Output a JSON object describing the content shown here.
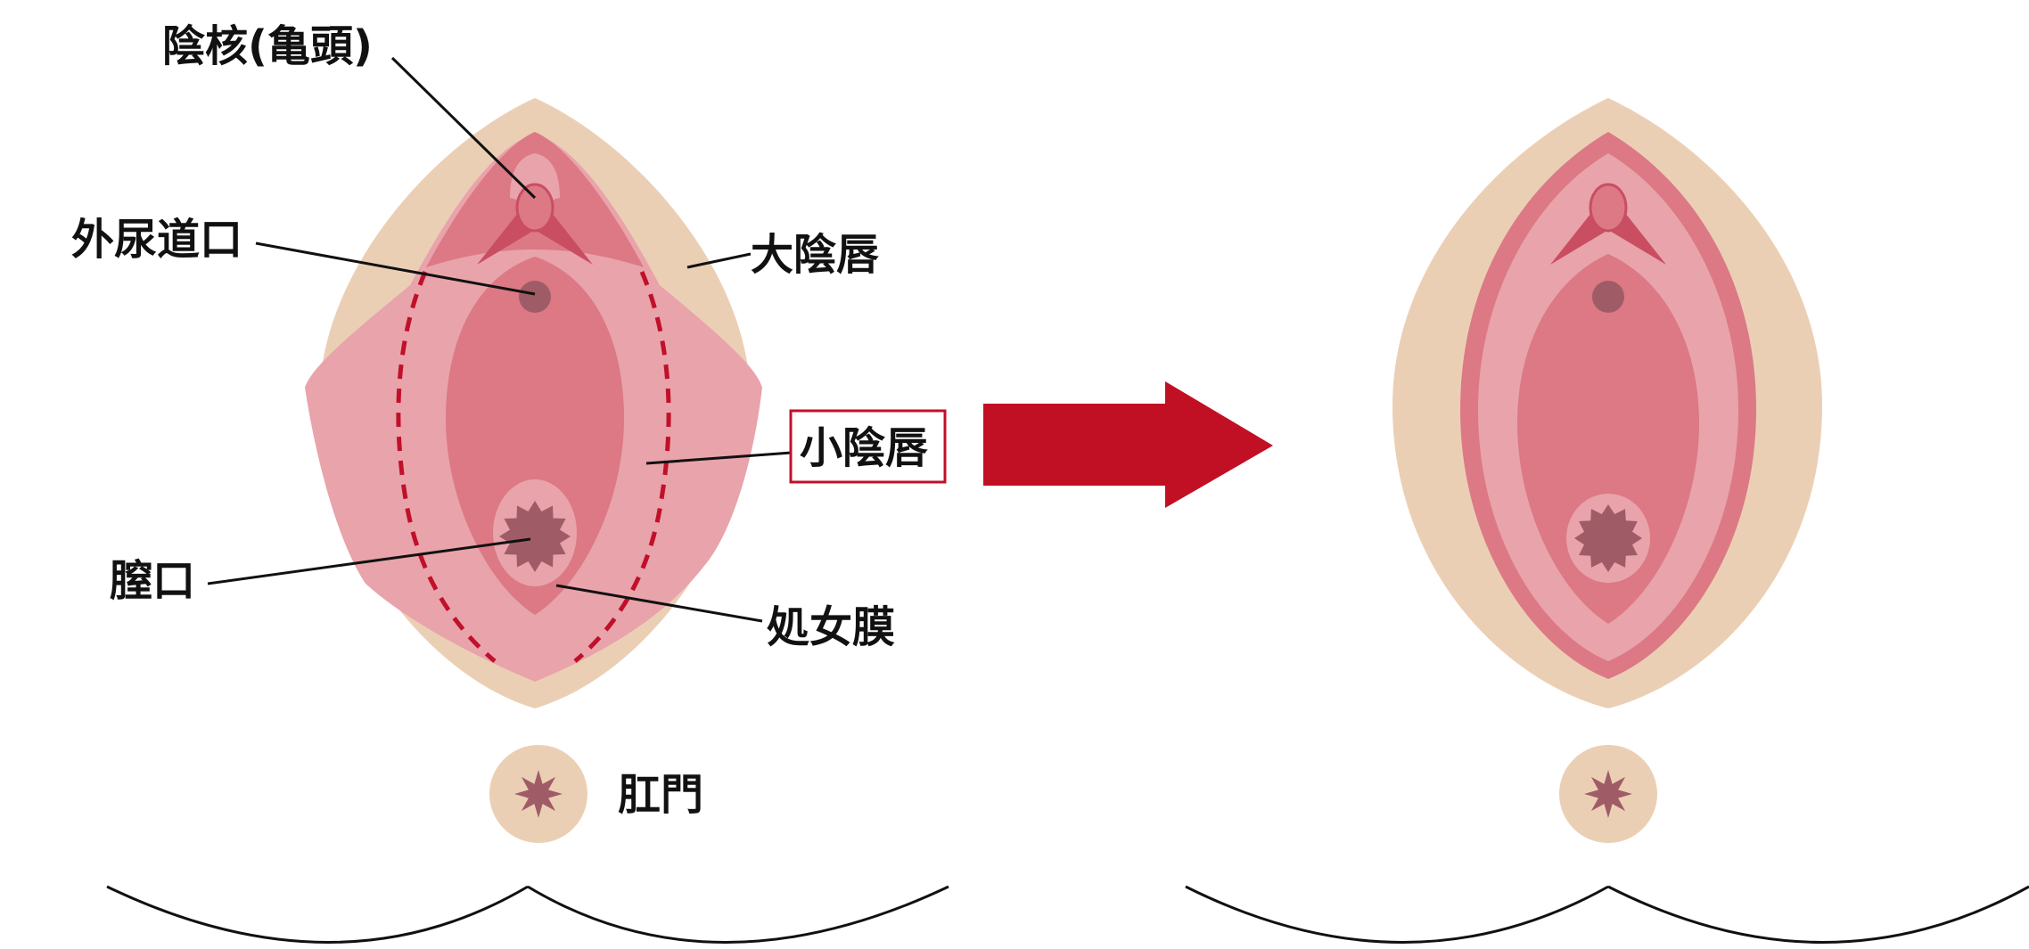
{
  "labels": {
    "clitoris_glans": "陰核(亀頭)",
    "urethral_opening": "外尿道口",
    "labia_majora": "大陰唇",
    "labia_minora": "小陰唇",
    "vaginal_opening": "膣口",
    "hymen": "処女膜",
    "anus": "肛門"
  },
  "colors": {
    "skin": "#ebcfb5",
    "labia_minora": "#e9a3ab",
    "inner": "#dc7985",
    "clitoris": "#c94e61",
    "opening": "#a05c66",
    "dashed_line": "#c0102a",
    "arrow": "#c10f23",
    "highlight_box": "#c0102a"
  }
}
